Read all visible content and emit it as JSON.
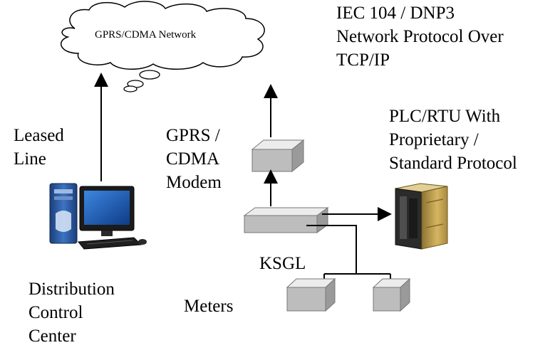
{
  "cloud": {
    "label": "GPRS/CDMA Network"
  },
  "protocol_note": {
    "lines": [
      "IEC 104 / DNP3",
      "Network Protocol Over",
      "TCP/IP"
    ]
  },
  "plc": {
    "lines": [
      "PLC/RTU With",
      "Proprietary /",
      "Standard Protocol"
    ]
  },
  "leased_line": {
    "lines": [
      "Leased",
      "Line"
    ]
  },
  "modem": {
    "lines": [
      "GPRS /",
      "CDMA",
      "Modem"
    ]
  },
  "ksgl": {
    "label": "KSGL"
  },
  "meters": {
    "label": "Meters"
  },
  "control_center": {
    "lines": [
      "Distribution",
      "Control",
      "Center"
    ]
  },
  "colors": {
    "box_top": "#ececec",
    "box_front": "#bdbdbd",
    "box_side": "#9a9a9a",
    "monitor_blue": "#1e5fb8",
    "tower_blue": "#2c5aa0",
    "plc_yellow": "#c9a44a",
    "line": "#000000"
  }
}
